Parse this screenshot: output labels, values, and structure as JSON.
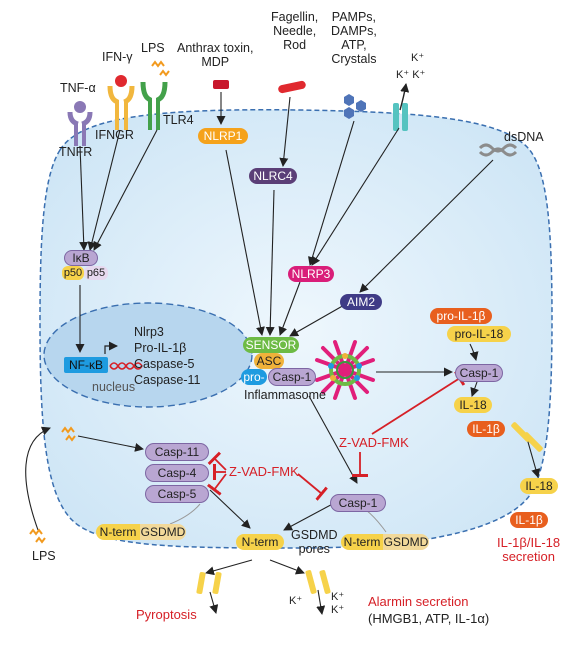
{
  "stimuli": {
    "tnf": "TNF-α",
    "ifn": "IFN-γ",
    "lps_top": "LPS",
    "anthrax": "Anthrax toxin,\nMDP",
    "flagellin": "Fagellin,\nNeedle,\nRod",
    "pamps": "PAMPs,\nDAMPs,\nATP,\nCrystals",
    "k1": "K⁺",
    "k2": "K⁺  K⁺",
    "dsdna": "dsDNA",
    "lps_bottom": "LPS"
  },
  "receptors": {
    "tnfr": "TNFR",
    "ifngr": "IFNGR",
    "tlr4": "TLR4"
  },
  "sensors": {
    "nlrp1": "NLRP1",
    "nlrc4": "NLRC4",
    "nlrp3": "NLRP3",
    "aim2": "AIM2"
  },
  "nfkb": {
    "ikb": "IκB",
    "p50": "p50",
    "p65": "p65",
    "nfkb_box": "NF-κB"
  },
  "nucleus": {
    "label": "nucleus",
    "genes": [
      "Nlrp3",
      "Pro-IL-1β",
      "Caspase-5",
      "Caspase-11"
    ]
  },
  "inflammasome": {
    "sensor": "SENSOR",
    "asc": "ASC",
    "pro": "pro-",
    "casp1": "Casp-1",
    "label": "Inflammasome"
  },
  "right_branch": {
    "pro_il1b": "pro-IL-1β",
    "pro_il18": "pro-IL-18",
    "casp1": "Casp-1",
    "il18": "IL-18",
    "il1b": "IL-1β",
    "il18_out": "IL-18",
    "il1b_out": "IL-1β",
    "secretion": "IL-1β/IL-18\nsecretion"
  },
  "inhibitors": {
    "zvad_right": "Z-VAD-FMK",
    "zvad_left": "Z-VAD-FMK"
  },
  "noncanonical": {
    "casp11": "Casp-11",
    "casp4": "Casp-4",
    "casp5": "Casp-5"
  },
  "pyroptosis_path": {
    "casp1": "Casp-1",
    "nterm_left": "N-term",
    "gsdmd_left": "GSDMD",
    "nterm_right": "N-term",
    "gsdmd_right": "GSDMD",
    "nterm_center": "N-term",
    "pores": "GSDMD\npores",
    "k_a": "K⁺",
    "k_b": "K⁺",
    "k_c": "K⁺"
  },
  "outcomes": {
    "pyroptosis": "Pyroptosis",
    "alarmin": "Alarmin secretion",
    "alarmin_detail": "(HMGB1, ATP, IL-1α)"
  },
  "colors": {
    "cell_fill": "#d8ecf8",
    "membrane": "#3a6fb0",
    "nucleus_fill": "#b7d6ee",
    "red": "#d62027",
    "nlrp1": "#f5a21b",
    "nlrc4": "#5b3f77",
    "nlrp3": "#d91e79",
    "aim2": "#3f3b86",
    "sensor": "#6dbb45",
    "asc": "#f0b23a",
    "pro": "#1e9be0",
    "caspase": "#b9a6d2",
    "il_yellow": "#f6d24a",
    "il_orange": "#e85f1e"
  }
}
